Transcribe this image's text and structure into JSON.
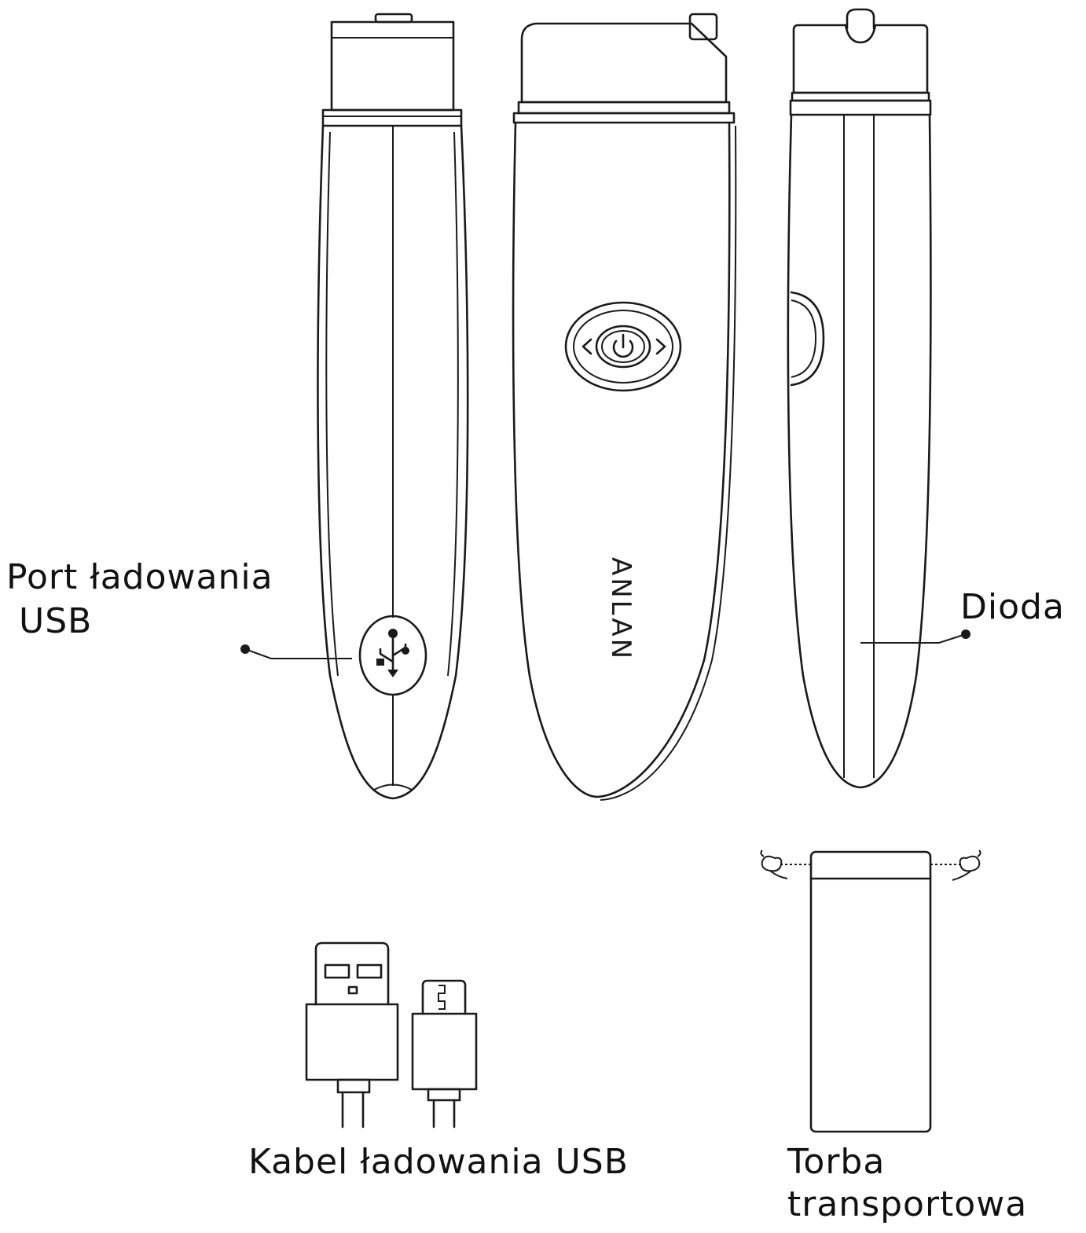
{
  "labels": {
    "usb_port_line1": "Port ładowania",
    "usb_port_line2": "USB",
    "led": "Dioda",
    "usb_cable": "Kabel ładowania USB",
    "pouch_line1": "Torba",
    "pouch_line2": "transportowa"
  },
  "device": {
    "brand": "ANLAN"
  },
  "icons": {
    "usb_port": "usb-icon",
    "power": "power-icon",
    "left_arrow": "chevron-left-icon",
    "right_arrow": "chevron-right-icon"
  }
}
